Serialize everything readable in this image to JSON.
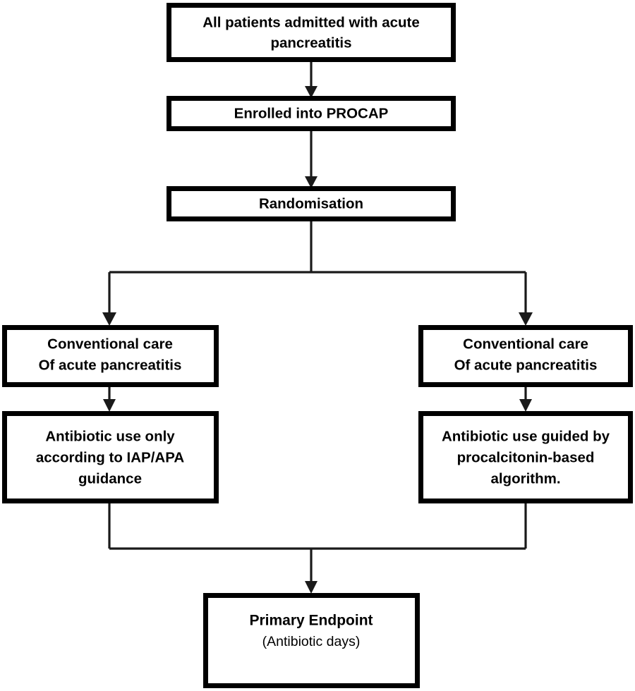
{
  "diagram": {
    "title": "PROCAP randomised trial flow diagram",
    "type": "flowchart",
    "background_color": "#ffffff",
    "line_color": "#1a1a1a",
    "box_border_color": "#000000",
    "box_fill_color": "#ffffff"
  },
  "nodes": {
    "admitted": {
      "line1": "All patients admitted with acute",
      "line2": "pancreatitis"
    },
    "enrolled": {
      "line1": "Enrolled into PROCAP"
    },
    "randomisation": {
      "line1": "Randomisation"
    },
    "left_care": {
      "line1": "Conventional care",
      "line2": "Of acute pancreatitis"
    },
    "left_antibiotic": {
      "line1": "Antibiotic use only",
      "line2": "according to IAP/APA",
      "line3": "guidance"
    },
    "right_care": {
      "line1": "Conventional care",
      "line2": "Of acute pancreatitis"
    },
    "right_antibiotic": {
      "line1": "Antibiotic use guided by",
      "line2": "procalcitonin-based",
      "line3": "algorithm."
    },
    "endpoint": {
      "line1": "Primary Endpoint",
      "line2": "(Antibiotic days)"
    }
  }
}
